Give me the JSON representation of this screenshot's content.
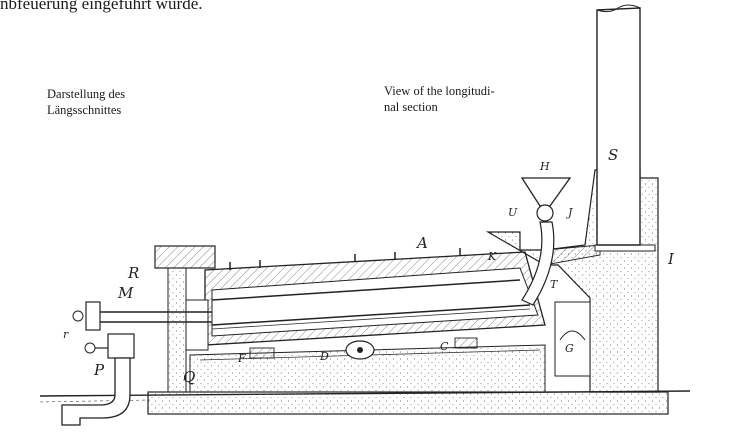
{
  "header": {
    "top_text": "nbfeuerung eingeführt wurde."
  },
  "captions": {
    "german": [
      "Darstellung des",
      "Längsschnittes"
    ],
    "english": [
      "View of the longitudi-",
      "nal section"
    ]
  },
  "labels": {
    "S": "S",
    "H": "H",
    "A": "A",
    "R": "R",
    "M": "M",
    "r": "r",
    "P": "P",
    "Q": "Q",
    "F": "F",
    "D": "D",
    "C": "C",
    "G": "G",
    "T": "T",
    "U": "U",
    "J": "J",
    "K": "K",
    "I": "I"
  }
}
